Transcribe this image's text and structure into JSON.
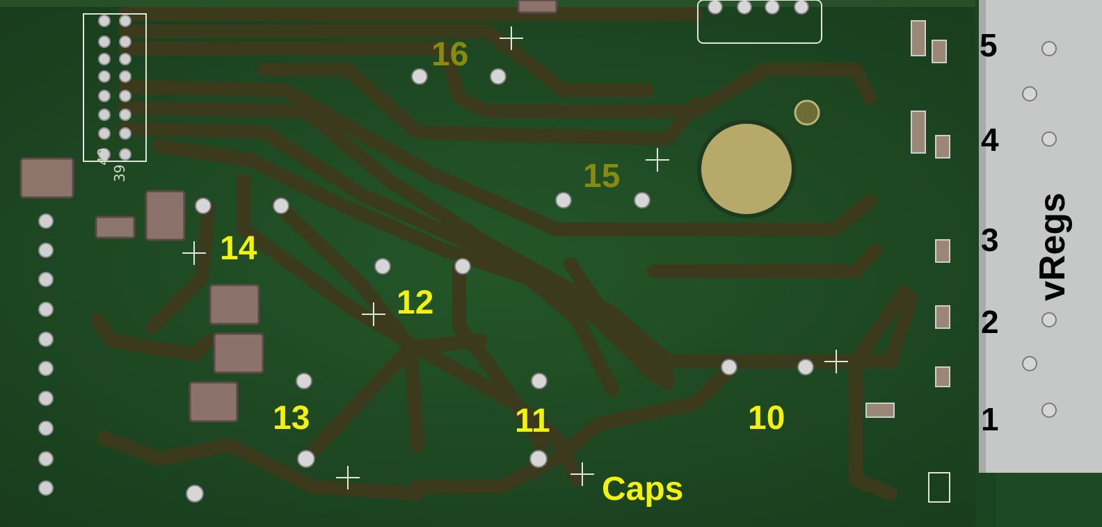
{
  "photo": {
    "colors": {
      "board": "#1f4a25",
      "board_dark": "#163a1c",
      "trace": "#3b3a1d",
      "trace_edge": "#2c2c14",
      "pad": "#c9c9c9",
      "silk": "#dfe6d8",
      "heatsink": "#c7c9c9",
      "label_yellow": "#f2f20a",
      "label_olive": "#8a8a10"
    }
  },
  "labels": {
    "n16": "16",
    "n15": "15",
    "n14": "14",
    "n13": "13",
    "n12": "12",
    "n11": "11",
    "n10": "10",
    "caps": "Caps"
  },
  "vregs": {
    "title": "vRegs",
    "numbers": [
      "5",
      "4",
      "3",
      "2",
      "1"
    ]
  },
  "silkscreen": {
    "pin40": "40",
    "pin39": "39"
  }
}
